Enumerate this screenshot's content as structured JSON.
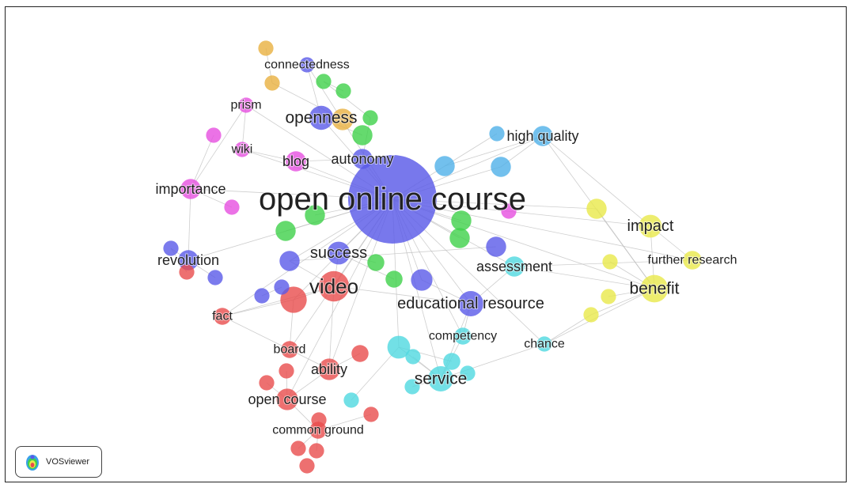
{
  "app": {
    "logo_label": "VOSviewer"
  },
  "clusters": {
    "red": "#e84c4c",
    "green": "#3ed14a",
    "blue": "#5a5ae8",
    "yellow": "#e8e84a",
    "purple": "#e64fe0",
    "cyan": "#4fd8e0",
    "orange": "#e8b040",
    "sky": "#4fb0e8"
  },
  "nodes": [
    {
      "id": "ooc",
      "label": "open online course",
      "cluster": "blue",
      "weight": 100
    },
    {
      "id": "connectedness",
      "label": "connectedness",
      "cluster": "blue",
      "weight": 8
    },
    {
      "id": "openness",
      "label": "openness",
      "cluster": "blue",
      "weight": 20
    },
    {
      "id": "prism",
      "label": "prism",
      "cluster": "purple",
      "weight": 8
    },
    {
      "id": "wiki",
      "label": "wiki",
      "cluster": "purple",
      "weight": 8
    },
    {
      "id": "blog",
      "label": "blog",
      "cluster": "purple",
      "weight": 14
    },
    {
      "id": "autonomy",
      "label": "autonomy",
      "cluster": "blue",
      "weight": 14
    },
    {
      "id": "importance",
      "label": "importance",
      "cluster": "purple",
      "weight": 14
    },
    {
      "id": "high_quality",
      "label": "high quality",
      "cluster": "sky",
      "weight": 14
    },
    {
      "id": "impact",
      "label": "impact",
      "cluster": "yellow",
      "weight": 18
    },
    {
      "id": "revolution",
      "label": "revolution",
      "cluster": "blue",
      "weight": 14
    },
    {
      "id": "success",
      "label": "success",
      "cluster": "blue",
      "weight": 18
    },
    {
      "id": "video",
      "label": "video",
      "cluster": "red",
      "weight": 32
    },
    {
      "id": "assessment",
      "label": "assessment",
      "cluster": "cyan",
      "weight": 14
    },
    {
      "id": "further_research",
      "label": "further research",
      "cluster": "yellow",
      "weight": 12
    },
    {
      "id": "benefit",
      "label": "benefit",
      "cluster": "yellow",
      "weight": 26
    },
    {
      "id": "educational_resource",
      "label": "educational resource",
      "cluster": "blue",
      "weight": 22
    },
    {
      "id": "fact",
      "label": "fact",
      "cluster": "red",
      "weight": 10
    },
    {
      "id": "competency",
      "label": "competency",
      "cluster": "cyan",
      "weight": 10
    },
    {
      "id": "chance",
      "label": "chance",
      "cluster": "cyan",
      "weight": 8
    },
    {
      "id": "board",
      "label": "board",
      "cluster": "red",
      "weight": 10
    },
    {
      "id": "ability",
      "label": "ability",
      "cluster": "red",
      "weight": 16
    },
    {
      "id": "service",
      "label": "service",
      "cluster": "cyan",
      "weight": 22
    },
    {
      "id": "open_course",
      "label": "open course",
      "cluster": "red",
      "weight": 16
    },
    {
      "id": "common_ground",
      "label": "common ground",
      "cluster": "red",
      "weight": 10
    },
    {
      "id": "u1",
      "label": "",
      "cluster": "orange",
      "weight": 8
    },
    {
      "id": "u2",
      "label": "",
      "cluster": "orange",
      "weight": 8
    },
    {
      "id": "u3",
      "label": "",
      "cluster": "orange",
      "weight": 16
    },
    {
      "id": "u4",
      "label": "",
      "cluster": "green",
      "weight": 8
    },
    {
      "id": "u5",
      "label": "",
      "cluster": "green",
      "weight": 8
    },
    {
      "id": "u6",
      "label": "",
      "cluster": "green",
      "weight": 8
    },
    {
      "id": "u7",
      "label": "",
      "cluster": "green",
      "weight": 14
    },
    {
      "id": "u8",
      "label": "",
      "cluster": "purple",
      "weight": 8
    },
    {
      "id": "u9",
      "label": "",
      "cluster": "purple",
      "weight": 8
    },
    {
      "id": "u10",
      "label": "",
      "cluster": "green",
      "weight": 14
    },
    {
      "id": "u11",
      "label": "",
      "cluster": "green",
      "weight": 14
    },
    {
      "id": "u12",
      "label": "",
      "cluster": "green",
      "weight": 14
    },
    {
      "id": "u13",
      "label": "",
      "cluster": "green",
      "weight": 14
    },
    {
      "id": "u14",
      "label": "",
      "cluster": "green",
      "weight": 10
    },
    {
      "id": "u15",
      "label": "",
      "cluster": "sky",
      "weight": 14
    },
    {
      "id": "u16",
      "label": "",
      "cluster": "sky",
      "weight": 14
    },
    {
      "id": "u17",
      "label": "",
      "cluster": "sky",
      "weight": 8
    },
    {
      "id": "u18",
      "label": "",
      "cluster": "purple",
      "weight": 8
    },
    {
      "id": "u19",
      "label": "",
      "cluster": "yellow",
      "weight": 14
    },
    {
      "id": "u20",
      "label": "",
      "cluster": "yellow",
      "weight": 8
    },
    {
      "id": "u21",
      "label": "",
      "cluster": "yellow",
      "weight": 8
    },
    {
      "id": "u22",
      "label": "",
      "cluster": "yellow",
      "weight": 8
    },
    {
      "id": "u23",
      "label": "",
      "cluster": "blue",
      "weight": 8
    },
    {
      "id": "u24",
      "label": "",
      "cluster": "blue",
      "weight": 14
    },
    {
      "id": "u25",
      "label": "",
      "cluster": "blue",
      "weight": 8
    },
    {
      "id": "u26",
      "label": "",
      "cluster": "blue",
      "weight": 8
    },
    {
      "id": "u27",
      "label": "",
      "cluster": "blue",
      "weight": 8
    },
    {
      "id": "u28",
      "label": "",
      "cluster": "blue",
      "weight": 16
    },
    {
      "id": "u29",
      "label": "",
      "cluster": "red",
      "weight": 8
    },
    {
      "id": "u30",
      "label": "",
      "cluster": "green",
      "weight": 10
    },
    {
      "id": "u31",
      "label": "",
      "cluster": "red",
      "weight": 24
    },
    {
      "id": "u32",
      "label": "",
      "cluster": "red",
      "weight": 10
    },
    {
      "id": "u33",
      "label": "",
      "cluster": "red",
      "weight": 8
    },
    {
      "id": "u34",
      "label": "",
      "cluster": "red",
      "weight": 8
    },
    {
      "id": "u35",
      "label": "",
      "cluster": "cyan",
      "weight": 18
    },
    {
      "id": "u36",
      "label": "",
      "cluster": "cyan",
      "weight": 8
    },
    {
      "id": "u37",
      "label": "",
      "cluster": "cyan",
      "weight": 8
    },
    {
      "id": "u38",
      "label": "",
      "cluster": "cyan",
      "weight": 8
    },
    {
      "id": "u39",
      "label": "",
      "cluster": "cyan",
      "weight": 8
    },
    {
      "id": "u40",
      "label": "",
      "cluster": "red",
      "weight": 8
    },
    {
      "id": "u41",
      "label": "",
      "cluster": "red",
      "weight": 8
    },
    {
      "id": "u42",
      "label": "",
      "cluster": "red",
      "weight": 8
    },
    {
      "id": "u43",
      "label": "",
      "cluster": "red",
      "weight": 8
    },
    {
      "id": "u44",
      "label": "",
      "cluster": "red",
      "weight": 8
    },
    {
      "id": "u45",
      "label": "",
      "cluster": "cyan",
      "weight": 10
    },
    {
      "id": "u46",
      "label": "",
      "cluster": "blue",
      "weight": 14
    }
  ],
  "edges": [
    [
      "ooc",
      "openness"
    ],
    [
      "ooc",
      "autonomy"
    ],
    [
      "ooc",
      "blog"
    ],
    [
      "ooc",
      "importance"
    ],
    [
      "ooc",
      "high_quality"
    ],
    [
      "ooc",
      "impact"
    ],
    [
      "ooc",
      "revolution"
    ],
    [
      "ooc",
      "success"
    ],
    [
      "ooc",
      "video"
    ],
    [
      "ooc",
      "assessment"
    ],
    [
      "ooc",
      "benefit"
    ],
    [
      "ooc",
      "educational_resource"
    ],
    [
      "ooc",
      "service"
    ],
    [
      "ooc",
      "ability"
    ],
    [
      "ooc",
      "competency"
    ],
    [
      "ooc",
      "further_research"
    ],
    [
      "ooc",
      "wiki"
    ],
    [
      "ooc",
      "prism"
    ],
    [
      "ooc",
      "connectedness"
    ],
    [
      "ooc",
      "open_course"
    ],
    [
      "ooc",
      "fact"
    ],
    [
      "ooc",
      "board"
    ],
    [
      "ooc",
      "chance"
    ],
    [
      "ooc",
      "u15"
    ],
    [
      "ooc",
      "u16"
    ],
    [
      "ooc",
      "u10"
    ],
    [
      "ooc",
      "u11"
    ],
    [
      "ooc",
      "u12"
    ],
    [
      "ooc",
      "u13"
    ],
    [
      "ooc",
      "u19"
    ],
    [
      "ooc",
      "u24"
    ],
    [
      "ooc",
      "u28"
    ],
    [
      "ooc",
      "u35"
    ],
    [
      "ooc",
      "u31"
    ],
    [
      "openness",
      "connectedness"
    ],
    [
      "openness",
      "u3"
    ],
    [
      "openness",
      "u7"
    ],
    [
      "prism",
      "wiki"
    ],
    [
      "prism",
      "importance"
    ],
    [
      "blog",
      "wiki"
    ],
    [
      "blog",
      "autonomy"
    ],
    [
      "importance",
      "revolution"
    ],
    [
      "importance",
      "u8"
    ],
    [
      "importance",
      "u9"
    ],
    [
      "high_quality",
      "u15"
    ],
    [
      "high_quality",
      "u16"
    ],
    [
      "high_quality",
      "impact"
    ],
    [
      "high_quality",
      "benefit"
    ],
    [
      "impact",
      "benefit"
    ],
    [
      "impact",
      "further_research"
    ],
    [
      "benefit",
      "u19"
    ],
    [
      "benefit",
      "u20"
    ],
    [
      "benefit",
      "u21"
    ],
    [
      "benefit",
      "chance"
    ],
    [
      "benefit",
      "assessment"
    ],
    [
      "benefit",
      "u22"
    ],
    [
      "further_research",
      "assessment"
    ],
    [
      "video",
      "u31"
    ],
    [
      "video",
      "success"
    ],
    [
      "video",
      "educational_resource"
    ],
    [
      "video",
      "ability"
    ],
    [
      "video",
      "fact"
    ],
    [
      "video",
      "u24"
    ],
    [
      "revolution",
      "u23"
    ],
    [
      "revolution",
      "u25"
    ],
    [
      "educational_resource",
      "service"
    ],
    [
      "educational_resource",
      "competency"
    ],
    [
      "educational_resource",
      "u28"
    ],
    [
      "educational_resource",
      "assessment"
    ],
    [
      "service",
      "u35"
    ],
    [
      "service",
      "competency"
    ],
    [
      "service",
      "chance"
    ],
    [
      "service",
      "u36"
    ],
    [
      "service",
      "u37"
    ],
    [
      "service",
      "u38"
    ],
    [
      "ability",
      "open_course"
    ],
    [
      "ability",
      "board"
    ],
    [
      "ability",
      "u32"
    ],
    [
      "open_course",
      "common_ground"
    ],
    [
      "open_course",
      "u33"
    ],
    [
      "open_course",
      "u34"
    ],
    [
      "common_ground",
      "u41"
    ],
    [
      "common_ground",
      "u42"
    ],
    [
      "common_ground",
      "u43"
    ],
    [
      "common_ground",
      "u44"
    ],
    [
      "board",
      "fact"
    ],
    [
      "u31",
      "fact"
    ],
    [
      "u31",
      "board"
    ],
    [
      "u35",
      "u39"
    ],
    [
      "u35",
      "u45"
    ],
    [
      "chance",
      "u21"
    ],
    [
      "success",
      "u14"
    ],
    [
      "success",
      "u30"
    ],
    [
      "autonomy",
      "u6"
    ],
    [
      "u4",
      "u5"
    ],
    [
      "u4",
      "u6"
    ],
    [
      "u1",
      "u2"
    ],
    [
      "u2",
      "u3"
    ],
    [
      "u17",
      "u15"
    ],
    [
      "u46",
      "u24"
    ],
    [
      "u26",
      "u27"
    ],
    [
      "u23",
      "u29"
    ]
  ]
}
